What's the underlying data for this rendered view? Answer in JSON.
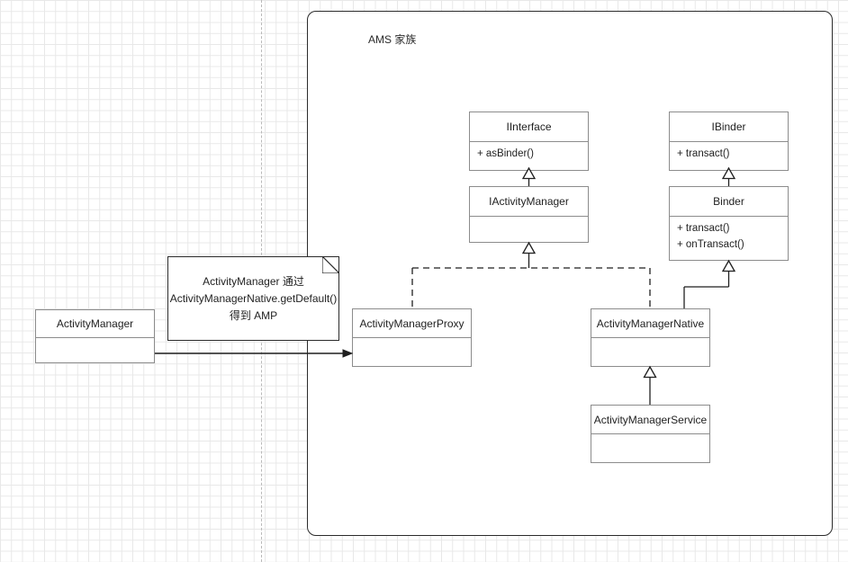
{
  "diagram": {
    "title": "AMS 家族",
    "note": {
      "lines": [
        "ActivityManager 通过",
        "ActivityManagerNative.getDefault()",
        "得到 AMP"
      ]
    },
    "classes": {
      "iinterface": {
        "name": "IInterface",
        "members": [
          "+ asBinder()"
        ]
      },
      "iactivitymanager": {
        "name": "IActivityManager",
        "members": []
      },
      "ibinder": {
        "name": "IBinder",
        "members": [
          "+ transact()"
        ]
      },
      "binder": {
        "name": "Binder",
        "members": [
          "+ transact()",
          "+ onTransact()"
        ]
      },
      "activitymanager": {
        "name": "ActivityManager",
        "members": []
      },
      "activitymanagerproxy": {
        "name": "ActivityManagerProxy",
        "members": []
      },
      "activitymanagernative": {
        "name": "ActivityManagerNative",
        "members": []
      },
      "activitymanagerservice": {
        "name": "ActivityManagerService",
        "members": []
      }
    },
    "colors": {
      "box_border": "#8c8c8c",
      "group_border": "#2b2b2b",
      "line": "#1f1f1f",
      "grid_minor": "#e8e8e8",
      "grid_major": "#d2d2d2",
      "text": "#1f1f1f",
      "background": "#ffffff"
    }
  }
}
